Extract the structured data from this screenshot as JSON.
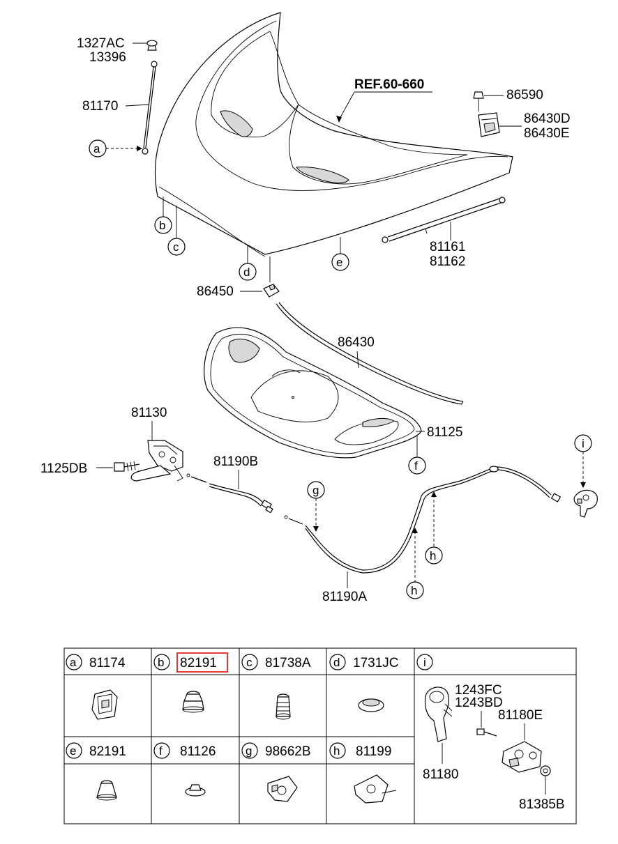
{
  "ref_label": "REF.60-660",
  "callouts": [
    {
      "id": "hood-bolt",
      "text": "1327AC"
    },
    {
      "id": "hood-nut",
      "text": "13396"
    },
    {
      "id": "stay-rod",
      "text": "81170"
    },
    {
      "id": "bumper-bolt",
      "text": "86590"
    },
    {
      "id": "bumper-d",
      "text": "86430D"
    },
    {
      "id": "bumper-e",
      "text": "86430E"
    },
    {
      "id": "lift-a",
      "text": "81161"
    },
    {
      "id": "lift-b",
      "text": "81162"
    },
    {
      "id": "clip",
      "text": "86450"
    },
    {
      "id": "seal",
      "text": "86430"
    },
    {
      "id": "latch",
      "text": "81130"
    },
    {
      "id": "insulator",
      "text": "81125"
    },
    {
      "id": "latch-bolt",
      "text": "1125DB"
    },
    {
      "id": "cable-b",
      "text": "81190B"
    },
    {
      "id": "cable-a",
      "text": "81190A"
    }
  ],
  "circles": {
    "a": "a",
    "b": "b",
    "c": "c",
    "d": "d",
    "e": "e",
    "f": "f",
    "g": "g",
    "h1": "h",
    "h2": "h",
    "i": "i"
  },
  "table": {
    "row1": [
      {
        "letter": "a",
        "part": "81174"
      },
      {
        "letter": "b",
        "part": "82191",
        "highlight": true
      },
      {
        "letter": "c",
        "part": "81738A"
      },
      {
        "letter": "d",
        "part": "1731JC"
      },
      {
        "letter": "i",
        "part": ""
      }
    ],
    "row2": [
      {
        "letter": "e",
        "part": "82191"
      },
      {
        "letter": "f",
        "part": "81126"
      },
      {
        "letter": "g",
        "part": "98662B"
      },
      {
        "letter": "h",
        "part": "81199"
      }
    ],
    "i_parts": [
      "1243FC",
      "1243BD",
      "81180E",
      "81180",
      "81385B"
    ]
  },
  "colors": {
    "highlight": "#e53935",
    "line": "#000000",
    "background": "#ffffff"
  }
}
